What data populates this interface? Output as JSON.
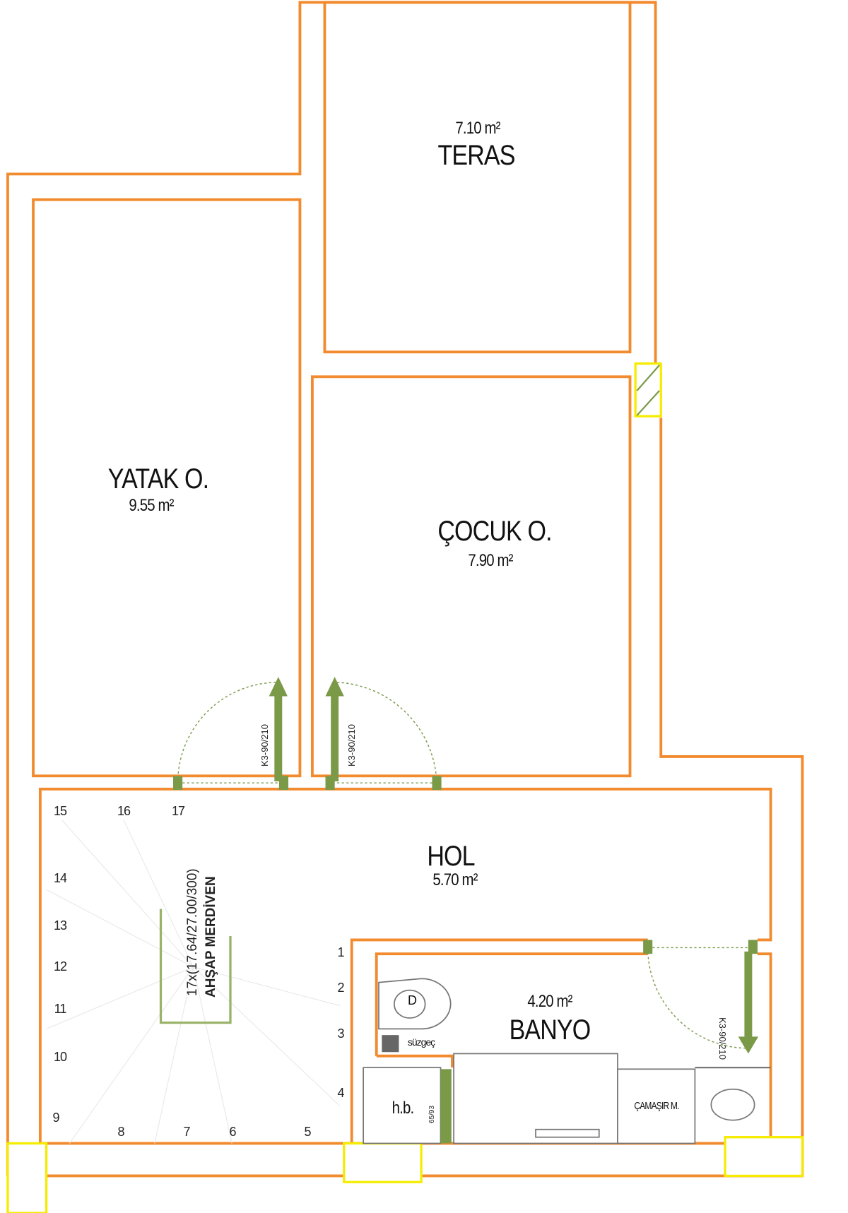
{
  "rooms": {
    "teras": {
      "name": "TERAS",
      "area": "7.10 m²"
    },
    "yatak": {
      "name": "YATAK O.",
      "area": "9.55 m²"
    },
    "cocuk": {
      "name": "ÇOCUK O.",
      "area": "7.90 m²"
    },
    "hol": {
      "name": "HOL",
      "area": "5.70 m²"
    },
    "banyo": {
      "name": "BANYO",
      "area": "4.20 m²"
    }
  },
  "doors": [
    "K3-90/210",
    "K3-90/210",
    "K3-90/210"
  ],
  "stair": {
    "line1": "17x(17.64/27.00/300)",
    "line2": "AHŞAP MERDİVEN",
    "steps_left": [
      "15",
      "16",
      "17",
      "14",
      "13",
      "12",
      "11",
      "10",
      "9",
      "8",
      "7",
      "6",
      "5"
    ],
    "steps_right": [
      "1",
      "2",
      "3",
      "4"
    ]
  },
  "fixtures": {
    "wc": "D",
    "drain": "süzgeç",
    "cabinet": "h.b.",
    "cabinet_door": "65/93",
    "washer": "ÇAMAŞIR M."
  },
  "colors": {
    "wall": "#f28a2e",
    "window": "#f5ec00",
    "door": "#7a9a48"
  }
}
